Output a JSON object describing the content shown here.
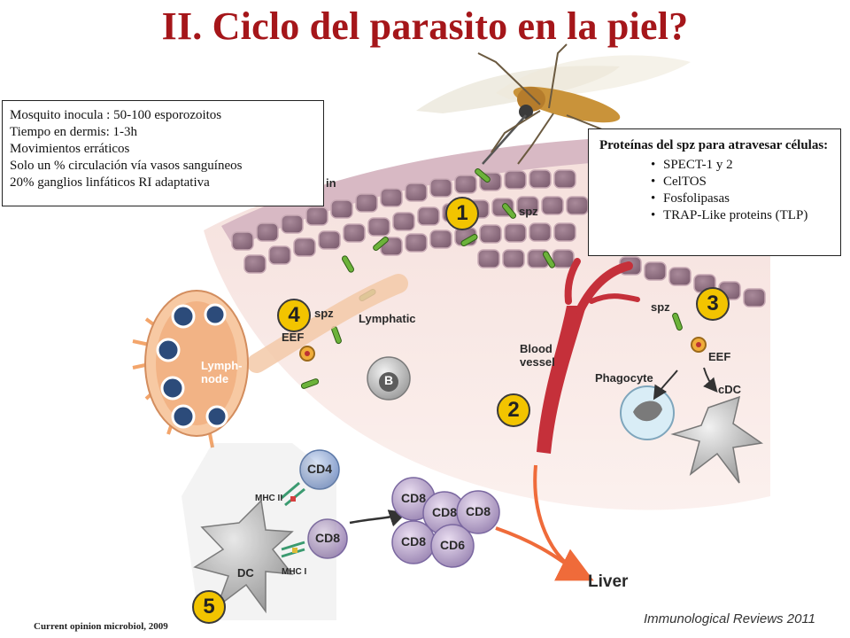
{
  "slide": {
    "title": "II. Ciclo del parasito en la piel?"
  },
  "info_left": {
    "lines": [
      "Mosquito inocula : 50-100 esporozoitos",
      "Tiempo en dermis: 1-3h",
      "Movimientos erráticos",
      "Solo un % circulación vía vasos sanguíneos",
      "20% ganglios linfáticos RI adaptativa"
    ]
  },
  "info_right": {
    "heading": "Proteínas del spz para atravesar células:",
    "items": [
      "SPECT-1 y 2",
      "CelTOS",
      "Fosfolipasas",
      "TRAP-Like proteins (TLP)"
    ]
  },
  "diagram": {
    "labels": {
      "skin": "in",
      "spz_top": "spz",
      "spz_left": "spz",
      "spz_right": "spz",
      "eef_left": "EEF",
      "eef_right": "EEF",
      "lymphatic": "Lymphatic",
      "lymph_node": "Lymph-\nnode",
      "blood_vessel": "Blood\nvessel",
      "phagocyte": "Phagocyte",
      "cdc": "cDC",
      "b_cell": "B",
      "cd4": "CD4",
      "cd8_single": "CD8",
      "cd8_cluster": [
        "CD8",
        "CD8",
        "CD8",
        "CD8",
        "CD6"
      ],
      "mhc2": "MHC II",
      "mhc1": "MHC I",
      "dc": "DC",
      "liver": "Liver"
    },
    "steps": [
      "1",
      "2",
      "3",
      "4",
      "5"
    ]
  },
  "footer": {
    "citation": "Current opinion microbiol, 2009",
    "journal": "Immunological Reviews 2011"
  }
}
